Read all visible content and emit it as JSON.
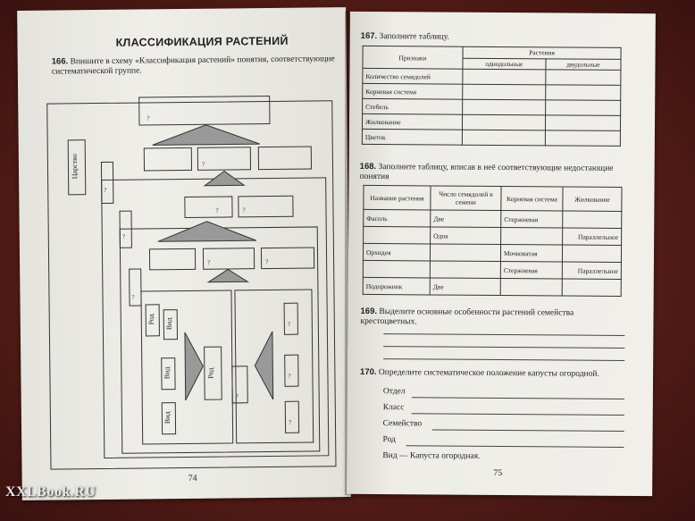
{
  "left_page": {
    "title": "КЛАССИФИКАЦИЯ РАСТЕНИЙ",
    "task_166": {
      "number": "166.",
      "text": "Впишите в схему «Классификация растений» понятия, соответствующие систематической группе."
    },
    "scheme": {
      "kingdom_label": "Царство",
      "unknown_mark": "?",
      "labels": {
        "rod_left_top": "Род",
        "vid_1": "Вид",
        "vid_2": "Вид",
        "vid_3": "Вид",
        "rod_center": "Род"
      }
    },
    "page_number": "74"
  },
  "right_page": {
    "task_167": {
      "number": "167.",
      "text": "Заполните таблицу.",
      "table": {
        "header_signs": "Признаки",
        "header_plants": "Растения",
        "header_mono": "однодольные",
        "header_di": "двудольные",
        "rows": [
          "Количество семядолей",
          "Корневая система",
          "Стебель",
          "Жилкование",
          "Цветок"
        ]
      }
    },
    "task_168": {
      "number": "168.",
      "text": "Заполните таблицу, вписав в неё соответствующие недостающие понятия",
      "table": {
        "headers": [
          "Название растения",
          "Число семядолей в семени",
          "Корневая система",
          "Жилкование"
        ],
        "rows": [
          [
            "Фасоль",
            "Две",
            "Стержневая",
            ""
          ],
          [
            "",
            "Одна",
            "",
            "Параллельное"
          ],
          [
            "Орхидея",
            "",
            "Мочковатая",
            ""
          ],
          [
            "",
            "",
            "Стержневая",
            "Параллельное"
          ],
          [
            "Подорожник",
            "Две",
            "",
            ""
          ]
        ]
      }
    },
    "task_169": {
      "number": "169.",
      "text": "Выделите основные особенности растений семейства крестоцветных."
    },
    "task_170": {
      "number": "170.",
      "text": "Определите систематическое положение капусты огородной.",
      "fields": [
        "Отдел",
        "Класс",
        "Семейство",
        "Род"
      ],
      "last_line": "Вид — Капуста огородная."
    },
    "page_number": "75"
  },
  "watermark": "XXLBook.RU"
}
